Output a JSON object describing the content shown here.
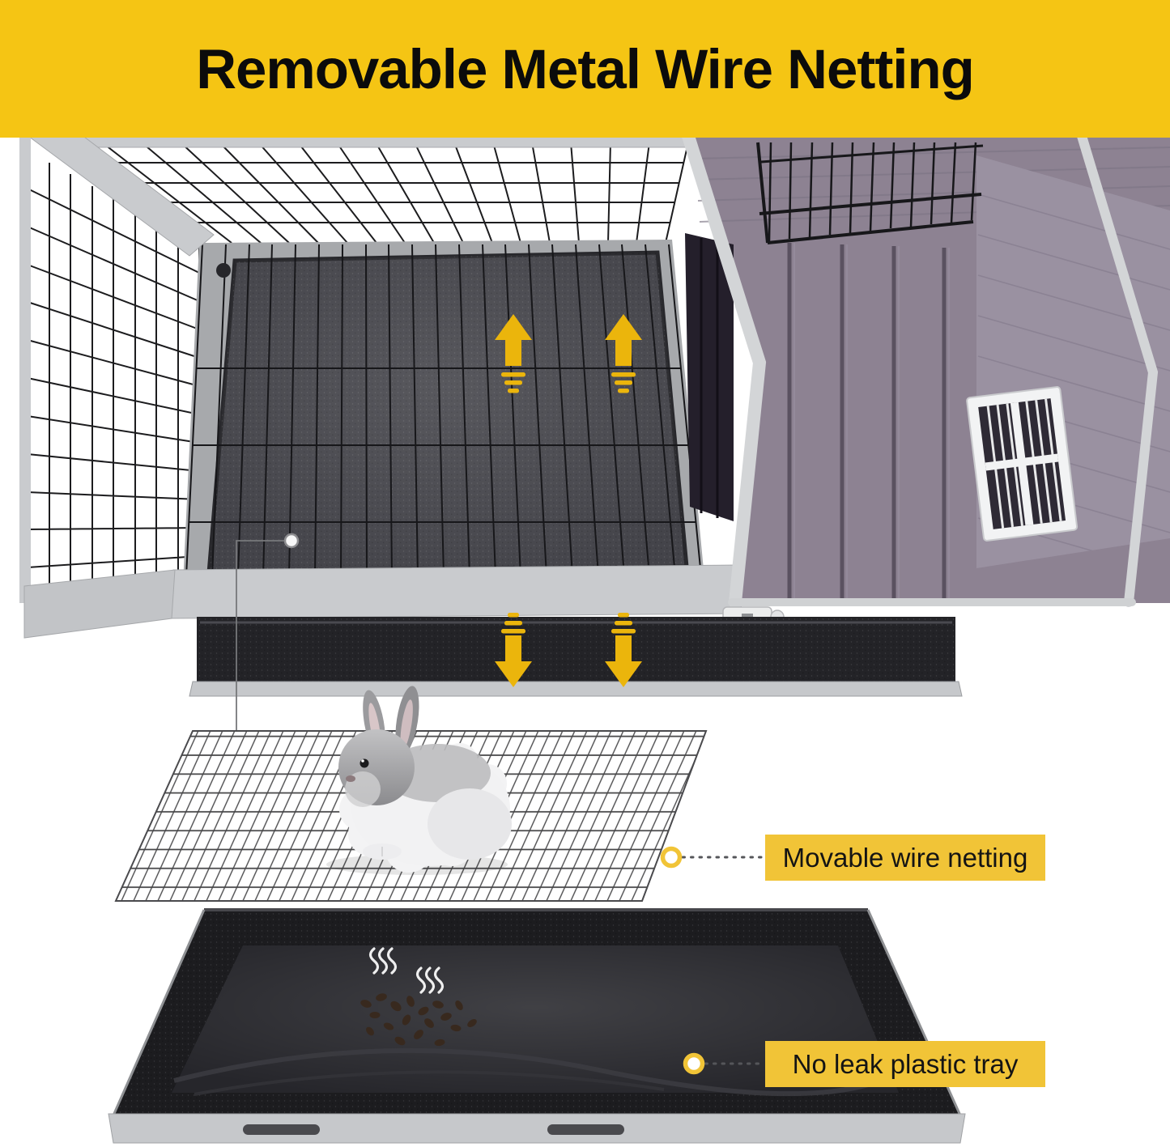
{
  "banner": {
    "title": "Removable Metal Wire Netting"
  },
  "callouts": {
    "netting": {
      "label": "Movable wire netting"
    },
    "tray": {
      "label": "No leak plastic tray"
    }
  },
  "icons": {
    "up_arrows": "lift-up-arrow",
    "down_arrows": "pull-down-arrow",
    "steam": "steam-waves",
    "markers": "circle-ring-marker"
  },
  "colors": {
    "banner_yellow": "#F5C514",
    "callout_yellow": "#F1C437",
    "arrow_yellow": "#EBB50C",
    "house_purple": "#8D8292",
    "frame_gray": "#C9CBCE",
    "tray_black": "#1C1C1F",
    "label_text": "#141414"
  }
}
